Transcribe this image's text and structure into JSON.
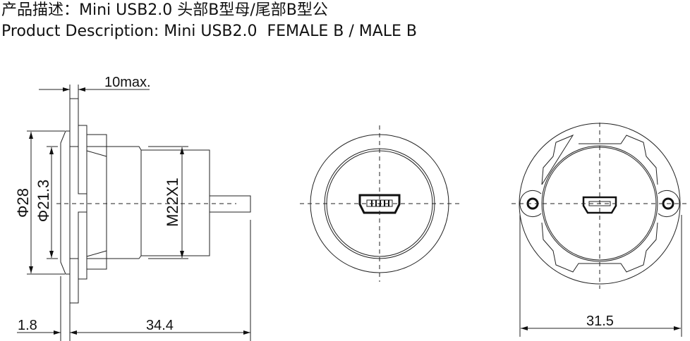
{
  "title_cn": "产品描述：Mini USB2.0 头部B型母/尾部B型公",
  "title_en": "Product Description: Mini USB2.0  FEMALE B / MALE B",
  "dimensions": {
    "panel_thickness": "10max.",
    "outer_diameter": "Φ28",
    "inner_diameter": "Φ21.3",
    "thread": "M22X1",
    "flange_thickness": "1.8",
    "body_length": "34.4",
    "rear_width": "31.5"
  }
}
